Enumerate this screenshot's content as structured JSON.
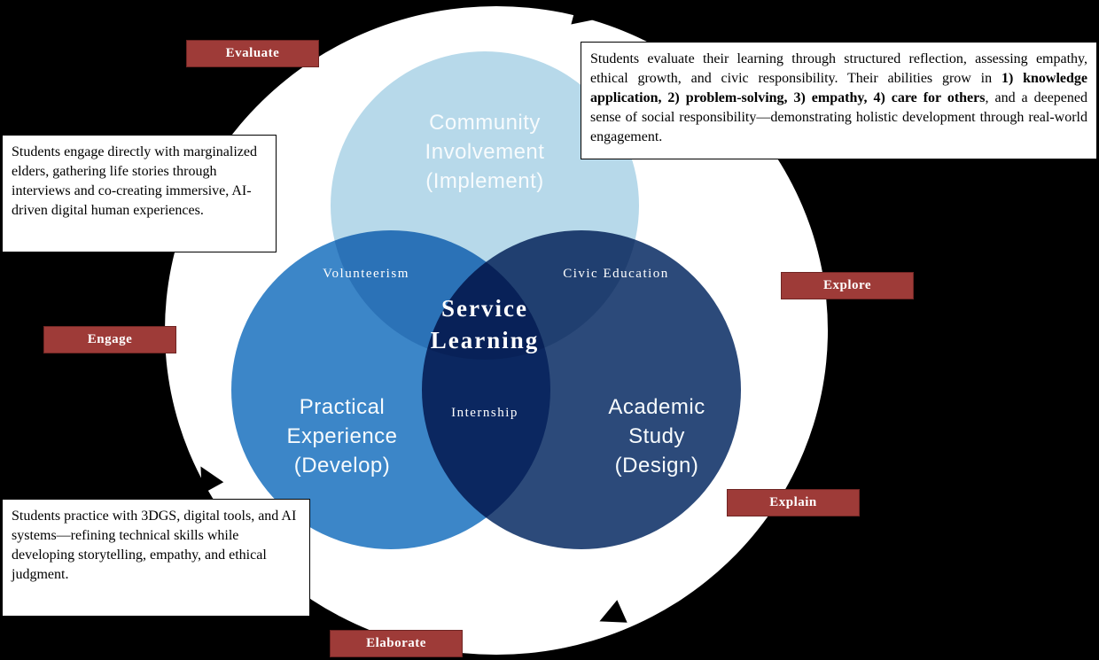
{
  "venn": {
    "center_label": "Service\nLearning",
    "community": {
      "label": "Community\nInvolvement\n(Implement)"
    },
    "practical": {
      "label": "Practical\nExperience\n(Develop)"
    },
    "academic": {
      "label": "Academic\nStudy\n(Design)"
    },
    "overlap_volunteerism": "Volunteerism",
    "overlap_civic_education": "Civic Education",
    "overlap_internship": "Internship"
  },
  "stages": {
    "evaluate": "Evaluate",
    "explore": "Explore",
    "engage": "Engage",
    "explain": "Explain",
    "elaborate": "Elaborate"
  },
  "notes": {
    "evaluate": {
      "pre": "Students evaluate their learning through structured reflection, assessing empathy, ethical growth, and civic responsibility. Their abilities grow in ",
      "bold": "1) knowledge application, 2) problem-solving, 3) empathy, 4) care for others",
      "post": ", and a deepened sense of social responsibility—demonstrating holistic development through real-world engagement."
    },
    "engage": "Students engage directly with marginalized elders, gathering life stories through interviews and co-creating immersive, AI-driven digital human experiences.",
    "elaborate": "Students practice with 3DGS, digital tools, and AI systems—refining technical skills while developing storytelling, empathy, and ethical judgment."
  },
  "colors": {
    "background": "#000000",
    "ring": "#ffffff",
    "arrow_notch": "#000000",
    "community_circle": "#b7d9ea",
    "practical_circle": "#3c86c8",
    "academic_circle": "#2c4a7a",
    "stage_fill": "#9e3b38",
    "stage_text": "#ffffff",
    "note_background": "#ffffff",
    "note_border": "#000000"
  }
}
